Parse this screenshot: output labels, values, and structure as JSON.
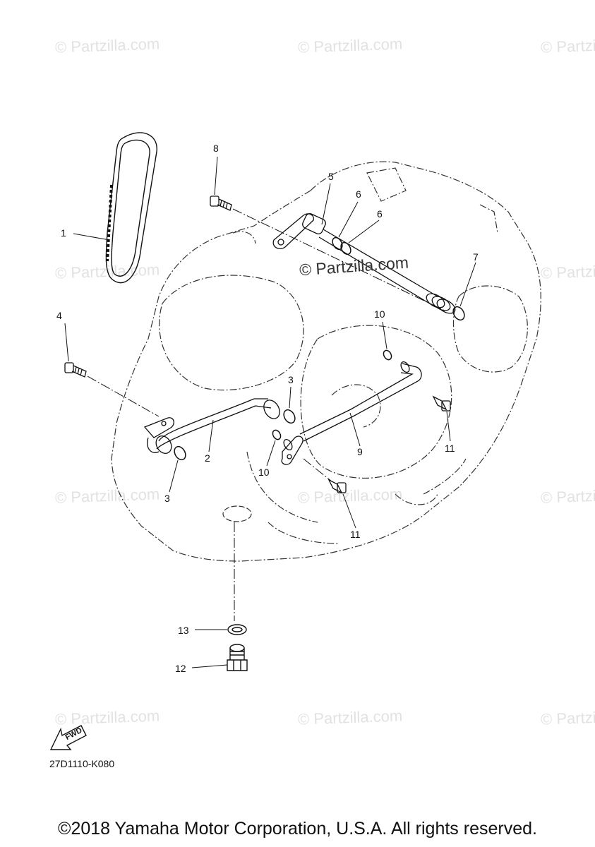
{
  "watermark": {
    "text": "© Partzilla.com",
    "center_text": "© Partzilla.com"
  },
  "callouts": {
    "c1": "1",
    "c2": "2",
    "c3a": "3",
    "c3b": "3",
    "c4": "4",
    "c5": "5",
    "c6a": "6",
    "c6b": "6",
    "c7": "7",
    "c8": "8",
    "c9": "9",
    "c10a": "10",
    "c10b": "10",
    "c11a": "11",
    "c11b": "11",
    "c12": "12",
    "c13": "13"
  },
  "fwd_label": "FWD",
  "drawing_code": "27D1110-K080",
  "copyright": "©2018 Yamaha Motor Corporation, U.S.A. All rights reserved.",
  "colors": {
    "line": "#111111",
    "watermark": "#e2e2e2",
    "background": "#ffffff"
  }
}
